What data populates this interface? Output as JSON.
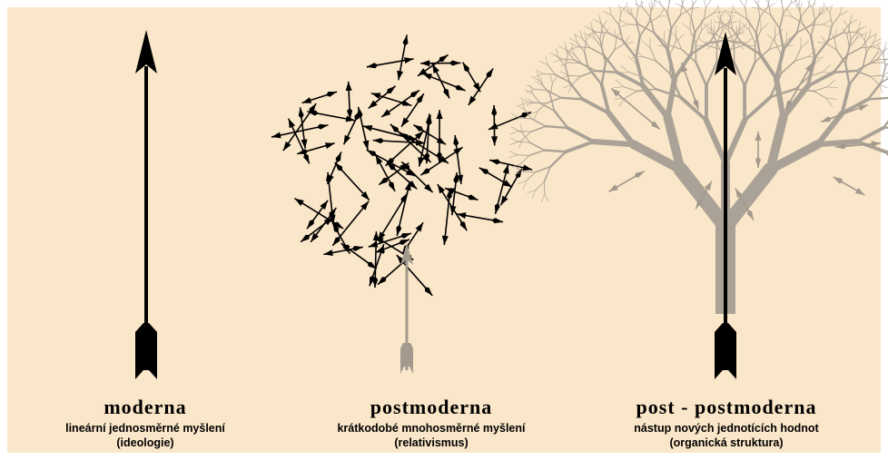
{
  "panels": [
    {
      "title": "moderna",
      "line1": "lineární jednosměrné myšlení",
      "line2": "(ideologie)"
    },
    {
      "title": "postmoderna",
      "line1": "krátkodobé mnohosměrné myšlení",
      "line2": "(relativismus)"
    },
    {
      "title": "post - postmoderna",
      "line1": "nástup nových jednotících hodnot",
      "line2": "(organická struktura)"
    }
  ],
  "colors": {
    "background": "#fae6c8",
    "arrow": "#000000",
    "gray": "#a39a8d",
    "tree": "#aaa296"
  },
  "icons": [
    "vertical-arrow-icon",
    "scattered-arrows-icon",
    "fractal-tree-icon"
  ]
}
